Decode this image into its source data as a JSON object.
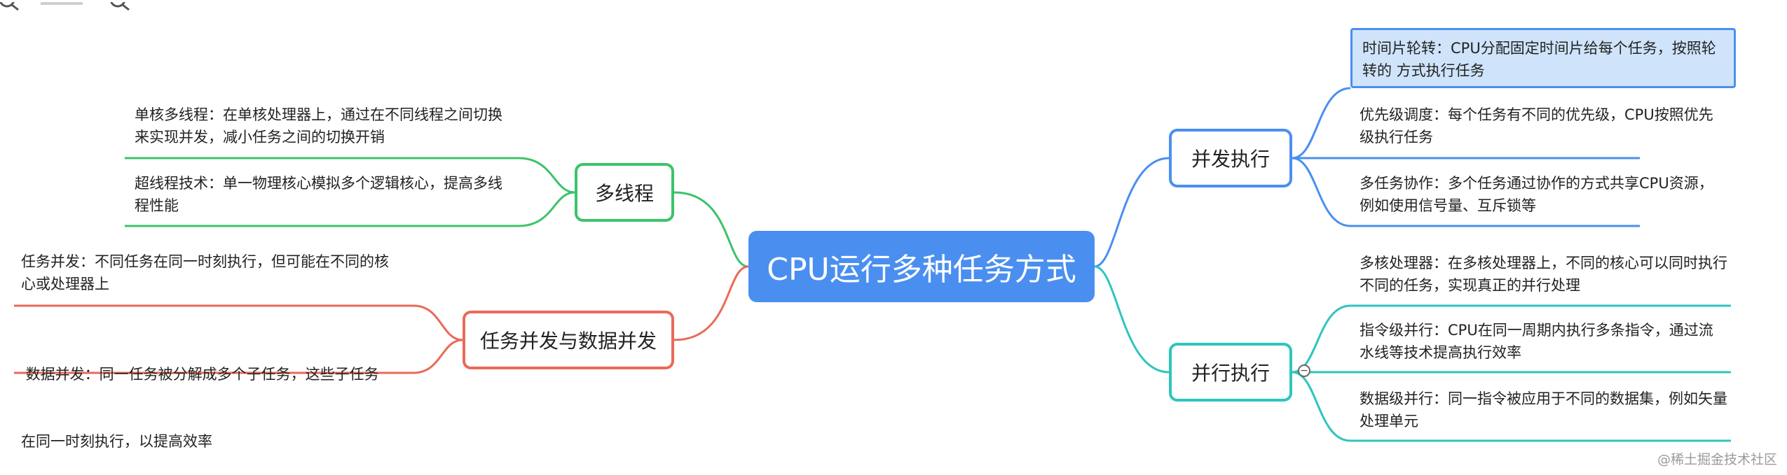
{
  "toolbar": {
    "icons": [
      "search-icon",
      "search-icon"
    ]
  },
  "root": {
    "title": "CPU运行多种任务方式",
    "color": "#4a8ff0"
  },
  "branches": {
    "concurrent": {
      "label": "并发执行",
      "color": "#4a8ff0",
      "leaves": [
        {
          "line1": "时间片轮转：CPU分配固定时间片给每个任务，按照轮",
          "line2": "转的  方式执行任务",
          "highlight_color": "#cfe4fb"
        },
        {
          "line1": "优先级调度：每个任务有不同的优先级，CPU按照优先",
          "line2": "级执行任务"
        },
        {
          "line1": "多任务协作：多个任务通过协作的方式共享CPU资源，",
          "line2": "例如使用信号量、互斥锁等"
        }
      ]
    },
    "parallel": {
      "label": "并行执行",
      "color": "#2ec5c0",
      "collapse_symbol": "−",
      "leaves": [
        {
          "line1": "多核处理器：在多核处理器上，不同的核心可以同时执行",
          "line2": "不同的任务，实现真正的并行处理"
        },
        {
          "line1": "指令级并行：CPU在同一周期内执行多条指令，通过流",
          "line2": "水线等技术提高执行效率"
        },
        {
          "line1": "数据级并行：同一指令被应用于不同的数据集，例如矢量",
          "line2": "处理单元"
        }
      ]
    },
    "multithread": {
      "label": "多线程",
      "color": "#3cc36a",
      "leaves": [
        {
          "line1": "单核多线程：在单核处理器上，通过在不同线程之间切换",
          "line2": "来实现并发，减小任务之间的切换开销"
        },
        {
          "line1": "超线程技术：单一物理核心模拟多个逻辑核心，提高多线",
          "line2": "程性能"
        }
      ]
    },
    "task_data": {
      "label": "任务并发与数据并发",
      "color": "#ea6a58",
      "leaves": [
        {
          "line1": "任务并发：不同任务在同一时刻执行，但可能在不同的核",
          "line2": "心或处理器上"
        },
        {
          "line1": " 数据并发：同一任务被分解成多个子任务，这些子任务",
          "line2": "在同一时刻执行，以提高效率"
        }
      ]
    }
  },
  "watermark": "@稀土掘金技术社区"
}
